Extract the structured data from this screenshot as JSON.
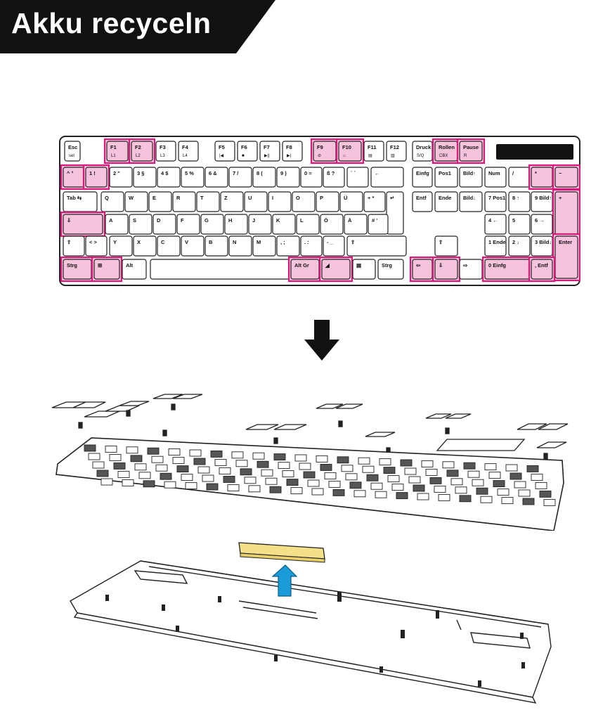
{
  "page": {
    "title": "Akku recyceln",
    "colors": {
      "banner": "#111111",
      "highlight": "#d6197a",
      "highlight_fill": "#f6c3dc",
      "battery": "#f5e08a",
      "lift_arrow": "#1a9ad6"
    }
  },
  "keyboard": {
    "rows": [
      [
        {
          "l": "Esc",
          "s": "set"
        },
        {
          "l": "F1",
          "s": "L1",
          "h": true
        },
        {
          "l": "F2",
          "s": "L2",
          "h": true
        },
        {
          "l": "F3",
          "s": "L3"
        },
        {
          "l": "F4",
          "s": "L4"
        },
        {
          "l": "F5",
          "s": "|◀"
        },
        {
          "l": "F6",
          "s": "■"
        },
        {
          "l": "F7",
          "s": "▶||"
        },
        {
          "l": "F8",
          "s": "▶|"
        },
        {
          "l": "F9",
          "s": "⊘",
          "h": true
        },
        {
          "l": "F10",
          "s": "⌂",
          "h": true
        },
        {
          "l": "F11",
          "s": "▤"
        },
        {
          "l": "F12",
          "s": "▥"
        },
        {
          "l": "Druck",
          "s": "S/Q"
        },
        {
          "l": "Rollen",
          "s": "CBX",
          "h": true
        },
        {
          "l": "Pause",
          "s": "R",
          "h": true
        }
      ],
      [
        {
          "l": "^ °",
          "h": true
        },
        {
          "l": "1 !",
          "h": true
        },
        {
          "l": "2 \""
        },
        {
          "l": "3 §"
        },
        {
          "l": "4 $"
        },
        {
          "l": "5 %"
        },
        {
          "l": "6 &"
        },
        {
          "l": "7 /"
        },
        {
          "l": "8 ("
        },
        {
          "l": "9 )"
        },
        {
          "l": "0 ="
        },
        {
          "l": "ß ?"
        },
        {
          "l": "´ `"
        },
        {
          "l": "←"
        },
        {
          "l": "Einfg"
        },
        {
          "l": "Pos1"
        },
        {
          "l": "Bild↑"
        },
        {
          "l": "Num"
        },
        {
          "l": "/"
        },
        {
          "l": "*",
          "h": true
        },
        {
          "l": "−",
          "h": true
        }
      ],
      [
        {
          "l": "Tab ⇆"
        },
        {
          "l": "Q"
        },
        {
          "l": "W"
        },
        {
          "l": "E"
        },
        {
          "l": "R"
        },
        {
          "l": "T"
        },
        {
          "l": "Z"
        },
        {
          "l": "U"
        },
        {
          "l": "I"
        },
        {
          "l": "O"
        },
        {
          "l": "P"
        },
        {
          "l": "Ü"
        },
        {
          "l": "+ *"
        },
        {
          "l": "↵"
        },
        {
          "l": "Entf"
        },
        {
          "l": "Ende"
        },
        {
          "l": "Bild↓"
        },
        {
          "l": "7 Pos1"
        },
        {
          "l": "8 ↑"
        },
        {
          "l": "9 Bild↑"
        },
        {
          "l": "+",
          "h": true
        }
      ],
      [
        {
          "l": "⇩",
          "h": true
        },
        {
          "l": "A"
        },
        {
          "l": "S"
        },
        {
          "l": "D"
        },
        {
          "l": "F"
        },
        {
          "l": "G"
        },
        {
          "l": "H"
        },
        {
          "l": "J"
        },
        {
          "l": "K"
        },
        {
          "l": "L"
        },
        {
          "l": "Ö"
        },
        {
          "l": "Ä"
        },
        {
          "l": "# '"
        },
        {
          "l": "4 ←"
        },
        {
          "l": "5"
        },
        {
          "l": "6 →"
        }
      ],
      [
        {
          "l": "⇧"
        },
        {
          "l": "< >"
        },
        {
          "l": "Y"
        },
        {
          "l": "X"
        },
        {
          "l": "C"
        },
        {
          "l": "V"
        },
        {
          "l": "B"
        },
        {
          "l": "N"
        },
        {
          "l": "M"
        },
        {
          "l": ", ;"
        },
        {
          "l": ". :"
        },
        {
          "l": "- _"
        },
        {
          "l": "⇧"
        },
        {
          "l": "⇧"
        },
        {
          "l": "1 Ende"
        },
        {
          "l": "2 ↓"
        },
        {
          "l": "3 Bild↓"
        },
        {
          "l": "Enter",
          "h": true
        }
      ],
      [
        {
          "l": "Strg",
          "h": true
        },
        {
          "l": "⊞",
          "h": true
        },
        {
          "l": "Alt"
        },
        {
          "l": ""
        },
        {
          "l": "Alt Gr",
          "h": true
        },
        {
          "l": "◢",
          "h": true
        },
        {
          "l": "▤"
        },
        {
          "l": "Strg"
        },
        {
          "l": "⇦",
          "h": true
        },
        {
          "l": "⇩",
          "h": true
        },
        {
          "l": "⇨"
        },
        {
          "l": "0 Einfg",
          "h": true
        },
        {
          "l": ", Entf",
          "h": true
        }
      ]
    ]
  }
}
